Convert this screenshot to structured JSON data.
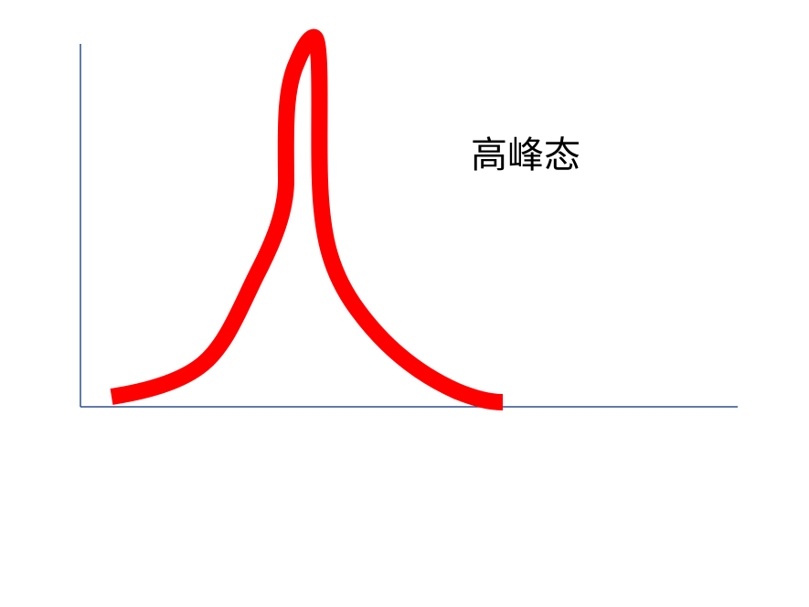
{
  "diagram": {
    "type": "distribution-curve-illustration",
    "label": "高峰态",
    "curve_shape": "leptokurtic",
    "colors": {
      "curve": "#ff0000",
      "axes": "#2f4f8f",
      "text": "#000000",
      "background": "#ffffff"
    }
  }
}
